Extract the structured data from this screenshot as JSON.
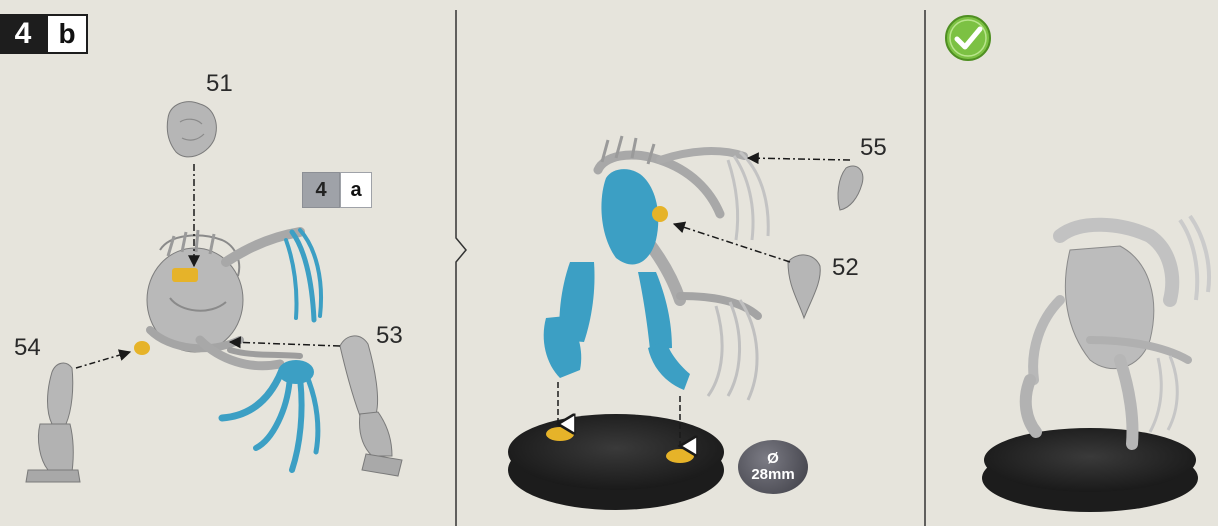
{
  "step": {
    "number": "4",
    "sub": "b"
  },
  "reference": {
    "number": "4",
    "sub": "a"
  },
  "part_labels": {
    "p51": "51",
    "p52": "52",
    "p53": "53",
    "p54": "54",
    "p55": "55"
  },
  "base_size": {
    "symbol": "Ø",
    "size": "28mm"
  },
  "icons": {
    "complete": "checkmark-icon"
  },
  "colors": {
    "highlight_part": "#3c9fc4",
    "glue_point": "#e6b329",
    "model_part": "#b9b9b9",
    "base": "#2a2a2a",
    "check": "#7cc143"
  }
}
